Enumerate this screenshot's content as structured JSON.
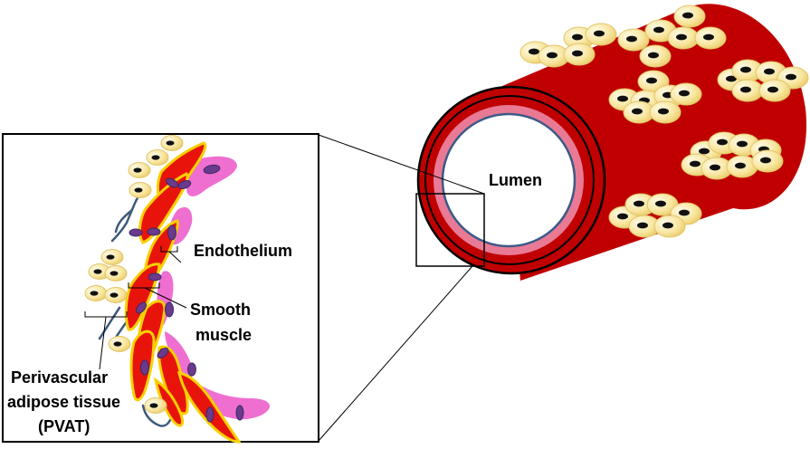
{
  "labels": {
    "lumen": "Lumen",
    "endothelium": "Endothelium",
    "smooth_muscle_line1": "Smooth",
    "smooth_muscle_line2": "muscle",
    "pvat_line1": "Perivascular",
    "pvat_line2": "adipose tissue",
    "pvat_line3": "(PVAT)"
  },
  "colors": {
    "vessel_wall": "#c00000",
    "vessel_edge": "#000000",
    "intima_pink": "#e87a95",
    "lumen_border": "#3b5a86",
    "adipocyte_fill": "#f8e6a0",
    "adipocyte_nucleus": "#111111",
    "smooth_muscle_red": "#e8140c",
    "smooth_muscle_yellow": "#f8d000",
    "endothelium_magenta": "#ef6fd0",
    "nucleus_purple": "#6b3a8c",
    "nerve_blue": "#3e5a7a"
  }
}
